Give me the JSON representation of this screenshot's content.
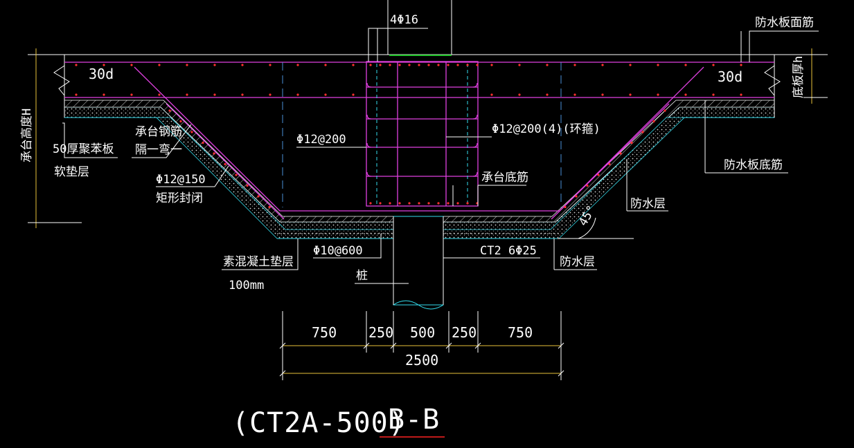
{
  "title": {
    "code": "(CT2A-500)",
    "section": "B-B",
    "underline_color": "#ff2222"
  },
  "labels": {
    "top_bars": "4Φ16",
    "slab_top_rebar": "防水板面筋",
    "slab_thickness": "底板厚h",
    "cap_height": "承台高度H",
    "anchor_left": "30d",
    "anchor_right": "30d",
    "cap_rebar_1": "承台钢筋",
    "cap_rebar_2": "隔一弯一",
    "foam_1": "50厚聚苯板",
    "foam_2": "软垫层",
    "rect_rebar_1": "Φ12@150",
    "rect_rebar_2": "矩形封闭",
    "vertical_rebar": "Φ12@200",
    "ring_stirrup": "Φ12@200(4)(环箍)",
    "cap_bottom_rebar": "承台底筋",
    "slab_bottom_rebar": "防水板底筋",
    "waterproof_right_1": "防水层",
    "waterproof_right_2": "防水层",
    "angle": "45°",
    "plain_concrete_1": "素混凝土垫层",
    "plain_concrete_2": "100mm",
    "pile_bars": "Φ10@600",
    "pile": "桩",
    "ct_bars": "CT2 6Φ25"
  },
  "dimensions": {
    "segments": [
      "750",
      "250",
      "500",
      "250",
      "750"
    ],
    "total": "2500"
  },
  "colors": {
    "background": "#000000",
    "rebar": "#e040e0",
    "outline": "#33ddee",
    "dimension": "#e8c23a",
    "text": "#ffffff",
    "centerline": "#4a90d9",
    "column": "#21c52a"
  }
}
